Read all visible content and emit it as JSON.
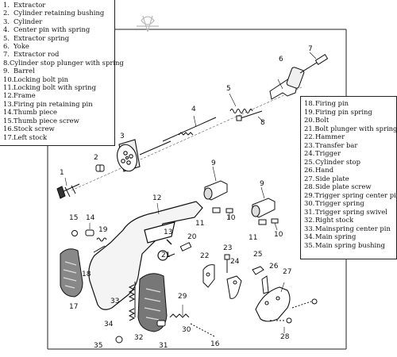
{
  "legend_left": [
    {
      "num": "1.",
      "name": "Extractor"
    },
    {
      "num": "2.",
      "name": "Cylinder retaining bushing"
    },
    {
      "num": "3.",
      "name": "Cylinder"
    },
    {
      "num": "4.",
      "name": "Center pin with spring"
    },
    {
      "num": "5.",
      "name": "Extractor spring"
    },
    {
      "num": "6.",
      "name": "Yoke"
    },
    {
      "num": "7.",
      "name": "Extractor rod"
    },
    {
      "num": "8.",
      "name": "Cylinder stop plunger with spring"
    },
    {
      "num": "9.",
      "name": "Barrel"
    },
    {
      "num": "10.",
      "name": "Locking bolt pin"
    },
    {
      "num": "11.",
      "name": "Locking bolt with spring"
    },
    {
      "num": "12.",
      "name": "Frame"
    },
    {
      "num": "13.",
      "name": "Firing pin retaining pin"
    },
    {
      "num": "14.",
      "name": "Thumb piece"
    },
    {
      "num": "15.",
      "name": "Thumb piece screw"
    },
    {
      "num": "16.",
      "name": "Stock screw"
    },
    {
      "num": "17.",
      "name": "Left stock"
    }
  ],
  "legend_right": [
    {
      "num": "18.",
      "name": "Firing pin"
    },
    {
      "num": "19.",
      "name": "Firing pin spring"
    },
    {
      "num": "20.",
      "name": "Bolt"
    },
    {
      "num": "21.",
      "name": "Bolt plunger with spring"
    },
    {
      "num": "22.",
      "name": "Hammer"
    },
    {
      "num": "23.",
      "name": "Transfer bar"
    },
    {
      "num": "24.",
      "name": "Trigger"
    },
    {
      "num": "25.",
      "name": "Cylinder stop"
    },
    {
      "num": "26.",
      "name": "Hand"
    },
    {
      "num": "27.",
      "name": "Side plate"
    },
    {
      "num": "28.",
      "name": "Side plate screw"
    },
    {
      "num": "29.",
      "name": "Trigger spring center pin"
    },
    {
      "num": "30.",
      "name": "Trigger spring"
    },
    {
      "num": "31.",
      "name": "Trigger spring swivel"
    },
    {
      "num": "32.",
      "name": "Right stock"
    },
    {
      "num": "33.",
      "name": "Mainspring center pin"
    },
    {
      "num": "34.",
      "name": "Main spring"
    },
    {
      "num": "35.",
      "name": "Main spring bushing"
    }
  ],
  "callouts": {
    "c1": "1",
    "c2": "2",
    "c3": "3",
    "c4": "4",
    "c5": "5",
    "c6": "6",
    "c7": "7",
    "c8": "8",
    "c9a": "9",
    "c9b": "9",
    "c10a": "10",
    "c10b": "10",
    "c11a": "11",
    "c11b": "11",
    "c12": "12",
    "c13": "13",
    "c14": "14",
    "c15": "15",
    "c16": "16",
    "c17": "17",
    "c18": "18",
    "c19": "19",
    "c20": "20",
    "c21": "21",
    "c22": "22",
    "c23": "23",
    "c24": "24",
    "c25": "25",
    "c26": "26",
    "c27": "27",
    "c28": "28",
    "c29": "29",
    "c30": "30",
    "c31": "31",
    "c32": "32",
    "c33": "33",
    "c34": "34",
    "c35": "35"
  }
}
